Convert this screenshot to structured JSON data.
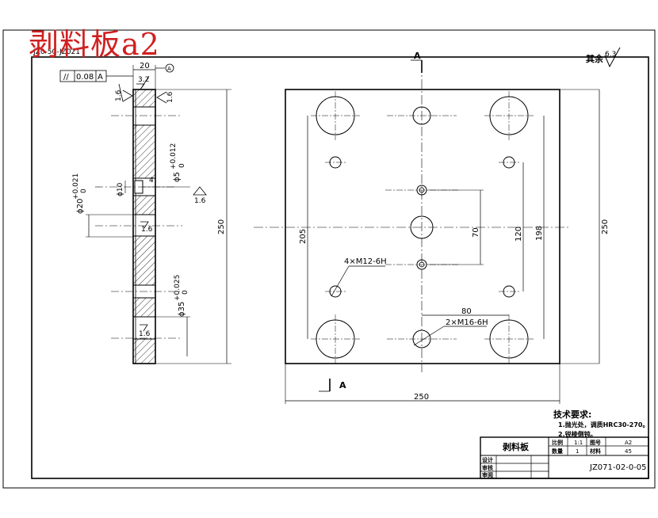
{
  "watermark": "剥料板a2",
  "top_left_code": "JZ0-50-JZ021",
  "roughness_note": {
    "label": "其余",
    "value": "6.3"
  },
  "side_view": {
    "width_dim": "20",
    "datum": "A",
    "parallelism_symbol": "//",
    "parallelism_tol": "0.08",
    "parallelism_datum": "A",
    "roughness_top": "3.2",
    "roughness_left": "1.6",
    "roughness_right": "1.6",
    "roughness_mid": "1.6",
    "roughness_mid2": "1.6",
    "roughness_low": "1.6",
    "hole_dia_small": "ϕ10",
    "hole_depth": "4",
    "tol_phi5": "ϕ5",
    "tol_phi5_upper": "+0.012",
    "tol_phi5_lower": "0",
    "tol_phi20": "ϕ20",
    "tol_phi20_upper": "+0.021",
    "tol_phi20_lower": "0",
    "tol_phi35": "ϕ35",
    "tol_phi35_upper": "+0.025",
    "tol_phi35_lower": "0",
    "height_dim": "250"
  },
  "front_view": {
    "section_mark": "A",
    "dim_205": "205",
    "dim_70": "70",
    "dim_120": "120",
    "dim_198": "198",
    "dim_250_right": "250",
    "dim_250_bottom": "250",
    "dim_80": "80",
    "thread_label_1": "4×M12-6H",
    "thread_label_2": "2×M16-6H"
  },
  "tech_notes": {
    "title": "技术要求:",
    "line1": "1.抛光处，调质HRC30-270。",
    "line2": "2.锐棱倒钝。"
  },
  "title_block": {
    "part_name": "剥料板",
    "scale_label": "比例",
    "scale_value": "1:1",
    "sheet_label": "图号",
    "sheet_value": "A2",
    "qty_label": "数量",
    "qty_value": "1",
    "material_label": "材料",
    "material_value": "45",
    "row_design": "设计",
    "row_check": "审核",
    "row_approve": "审阅",
    "drawing_no": "JZ071-02-0-05"
  }
}
